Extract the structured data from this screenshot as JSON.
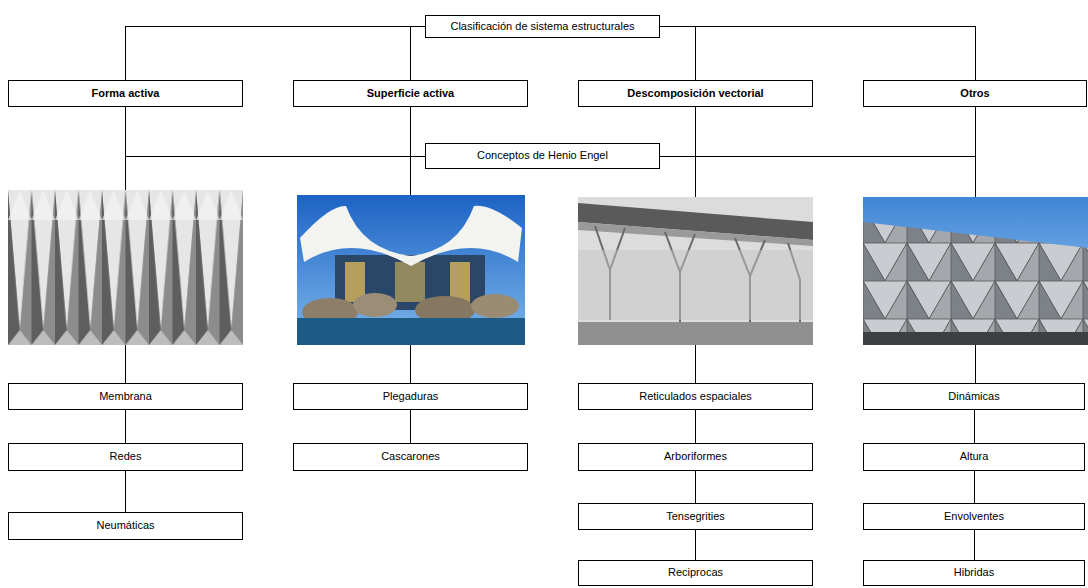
{
  "diagram": {
    "nodes": [
      {
        "text": [
          "Clasificación de sistema estructurales"
        ]
      },
      {
        "text": [
          "Forma activa"
        ]
      },
      {
        "text": [
          "Superficie activa"
        ]
      },
      {
        "text": [
          "Descomposición vectorial"
        ]
      },
      {
        "text": [
          "Otros"
        ]
      },
      {
        "text": [
          "Conceptos de Henio Engel"
        ]
      },
      {
        "text": [
          "Membrana"
        ]
      },
      {
        "text": [
          "Redes"
        ]
      },
      {
        "text": [
          "Neumáticas"
        ]
      },
      {
        "text": [
          "Plegaduras"
        ]
      },
      {
        "text": [
          "Cascarones"
        ]
      },
      {
        "text": [
          "Reticulados espaciales"
        ]
      },
      {
        "text": [
          "Arboriformes"
        ]
      },
      {
        "text": [
          "Tensegrities"
        ]
      },
      {
        "text": [
          "Reciprocas"
        ]
      },
      {
        "text": [
          "Dinámicas"
        ]
      },
      {
        "text": [
          "Altura"
        ]
      },
      {
        "text": [
          "Envolventes"
        ]
      },
      {
        "text": [
          "Hibridas"
        ]
      }
    ],
    "edges": [
      {
        "from": 0,
        "to": 1,
        "arrow": "none"
      },
      {
        "from": 0,
        "to": 2,
        "arrow": "none"
      },
      {
        "from": 0,
        "to": 3,
        "arrow": "none"
      },
      {
        "from": 0,
        "to": 4,
        "arrow": "none"
      },
      {
        "from": 1,
        "to": 5,
        "arrow": "none"
      },
      {
        "from": 5,
        "to": 4,
        "arrow": "none"
      },
      {
        "from": 1,
        "to": 6,
        "arrow": "none"
      },
      {
        "from": 6,
        "to": 7,
        "arrow": "none"
      },
      {
        "from": 7,
        "to": 8,
        "arrow": "none"
      },
      {
        "from": 2,
        "to": 9,
        "arrow": "none"
      },
      {
        "from": 9,
        "to": 10,
        "arrow": "none"
      },
      {
        "from": 3,
        "to": 11,
        "arrow": "none"
      },
      {
        "from": 11,
        "to": 12,
        "arrow": "none"
      },
      {
        "from": 12,
        "to": 13,
        "arrow": "none"
      },
      {
        "from": 13,
        "to": 14,
        "arrow": "none"
      },
      {
        "from": 4,
        "to": 15,
        "arrow": "none"
      },
      {
        "from": 15,
        "to": 16,
        "arrow": "none"
      },
      {
        "from": 16,
        "to": 17,
        "arrow": "none"
      },
      {
        "from": 17,
        "to": 18,
        "arrow": "none"
      }
    ]
  }
}
